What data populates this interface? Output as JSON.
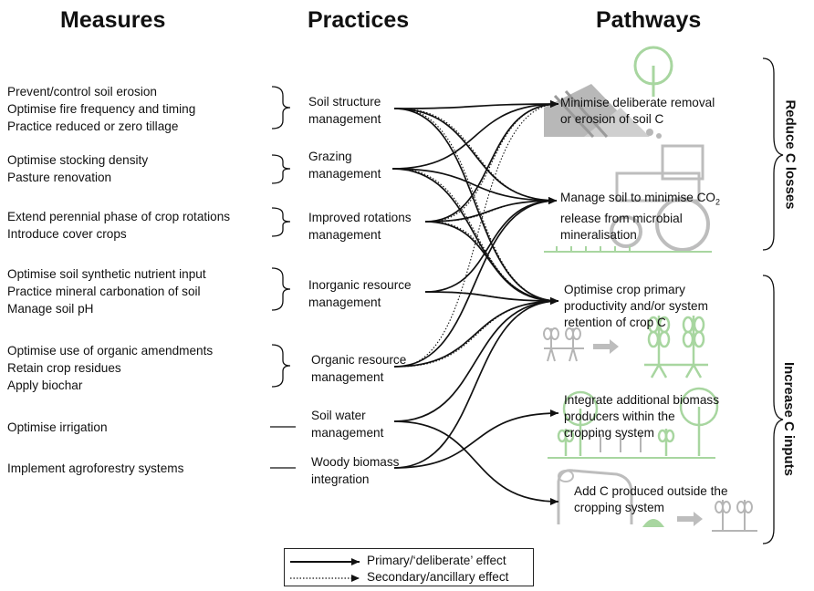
{
  "headers": {
    "measures": "Measures",
    "practices": "Practices",
    "pathways": "Pathways"
  },
  "measure_groups": [
    [
      "Prevent/control soil erosion",
      "Optimise fire frequency and timing",
      "Practice reduced or zero tillage"
    ],
    [
      "Optimise stocking density",
      "Pasture renovation"
    ],
    [
      "Extend perennial phase of crop rotations",
      "Introduce cover crops"
    ],
    [
      "Optimise soil synthetic nutrient input",
      "Practice mineral carbonation of soil",
      "Manage soil pH"
    ],
    [
      "Optimise use of organic amendments",
      "Retain crop residues",
      "Apply biochar"
    ],
    [
      "Optimise irrigation"
    ],
    [
      "Implement agroforestry systems"
    ]
  ],
  "practices": [
    [
      "Soil structure",
      "management"
    ],
    [
      "Grazing",
      "management"
    ],
    [
      "Improved rotations",
      "management"
    ],
    [
      "Inorganic resource",
      "management"
    ],
    [
      "Organic resource",
      "management"
    ],
    [
      "Soil water",
      "management"
    ],
    [
      "Woody biomass",
      "integration"
    ]
  ],
  "pathways": [
    {
      "lines": [
        "Minimise deliberate removal",
        "or erosion of soil C"
      ]
    },
    {
      "lines": [
        "Manage soil to minimise CO",
        "release from microbial",
        "mineralisation"
      ],
      "subscript": "2"
    },
    {
      "lines": [
        "Optimise crop primary",
        "productivity and/or system",
        "retention of crop C"
      ]
    },
    {
      "lines": [
        "Integrate additional biomass",
        "producers within the",
        "cropping system"
      ]
    },
    {
      "lines": [
        "Add C produced outside the",
        "cropping system"
      ]
    }
  ],
  "side_labels": {
    "top": "Reduce C losses",
    "bottom": "Increase C inputs"
  },
  "legend": {
    "primary": "Primary/‘deliberate’ effect",
    "secondary": "Secondary/ancillary effect"
  },
  "colors": {
    "text": "#111111",
    "line": "#111111",
    "icon_gray": "#b5b5b5",
    "icon_green": "#a8d6a0"
  },
  "connections": {
    "primary": [
      [
        0,
        0
      ],
      [
        0,
        1
      ],
      [
        0,
        2
      ],
      [
        1,
        0
      ],
      [
        1,
        1
      ],
      [
        1,
        2
      ],
      [
        2,
        0
      ],
      [
        2,
        1
      ],
      [
        2,
        2
      ],
      [
        3,
        1
      ],
      [
        3,
        2
      ],
      [
        4,
        1
      ],
      [
        4,
        2
      ],
      [
        5,
        2
      ],
      [
        5,
        4
      ],
      [
        6,
        2
      ],
      [
        6,
        3
      ]
    ],
    "secondary": [
      [
        0,
        1
      ],
      [
        0,
        2
      ],
      [
        1,
        2
      ],
      [
        2,
        0
      ],
      [
        2,
        1
      ],
      [
        2,
        2
      ],
      [
        3,
        2
      ],
      [
        4,
        2
      ],
      [
        4,
        0
      ]
    ]
  }
}
